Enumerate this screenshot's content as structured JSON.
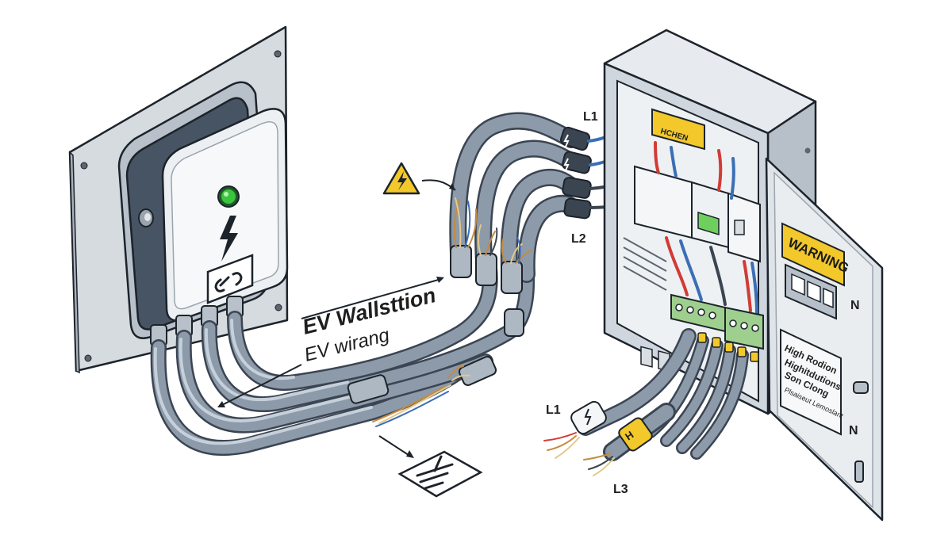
{
  "diagram": {
    "title": "EV Wallsttion",
    "subtitle": "EV wirang",
    "wire_labels": {
      "l1_top": "L1",
      "l2": "L2",
      "l1_bottom": "L1",
      "l3": "L3",
      "n_upper": "N",
      "n_lower": "N"
    },
    "door": {
      "warning_label": "WARNING",
      "info_lines": [
        "High Rodion",
        "Highitdutions",
        "Son Clong",
        "Plsaiseut Lemoslant"
      ]
    },
    "breaker_sticker": "HCHEN"
  },
  "colors": {
    "accent_green": "#39c53e",
    "warning_yellow": "#f2c82a",
    "cable_gray": "#8c9aaa",
    "wire_red": "#d23b35",
    "wire_blue": "#3b6fb5"
  },
  "icons": [
    "lightning-icon",
    "warning-triangle-icon",
    "ground-symbol-icon",
    "link-icon"
  ]
}
